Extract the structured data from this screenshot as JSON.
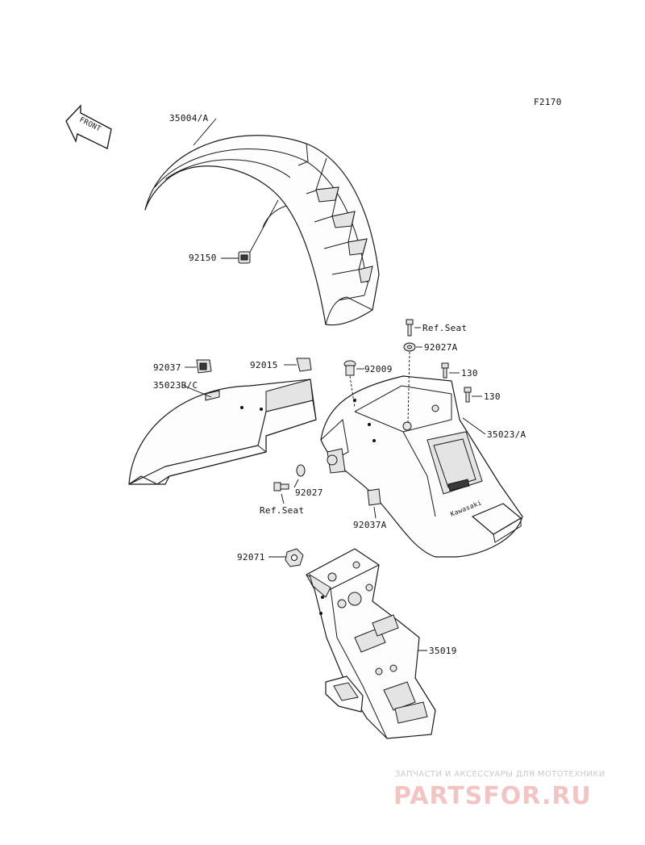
{
  "diagram": {
    "code": "F2170",
    "front_label": "FRONT",
    "labels": {
      "p35004A": "35004/A",
      "p92150": "92150",
      "p92037": "92037",
      "p35023BC": "35023B/C",
      "p92015": "92015",
      "p92009": "92009",
      "refseat_top": "Ref.Seat",
      "p92027A": "92027A",
      "p130a": "130",
      "p130b": "130",
      "p35023A": "35023/A",
      "p92027": "92027",
      "refseat_bottom": "Ref.Seat",
      "p92037A": "92037A",
      "p92071": "92071",
      "p35019": "35019"
    },
    "fender_text": "Kawasaki"
  },
  "watermark": {
    "tagline": "ЗАПЧАСТИ И АКСЕССУАРЫ ДЛЯ МОТОТЕХНИКИ",
    "brand": "PARTSFOR.RU"
  }
}
